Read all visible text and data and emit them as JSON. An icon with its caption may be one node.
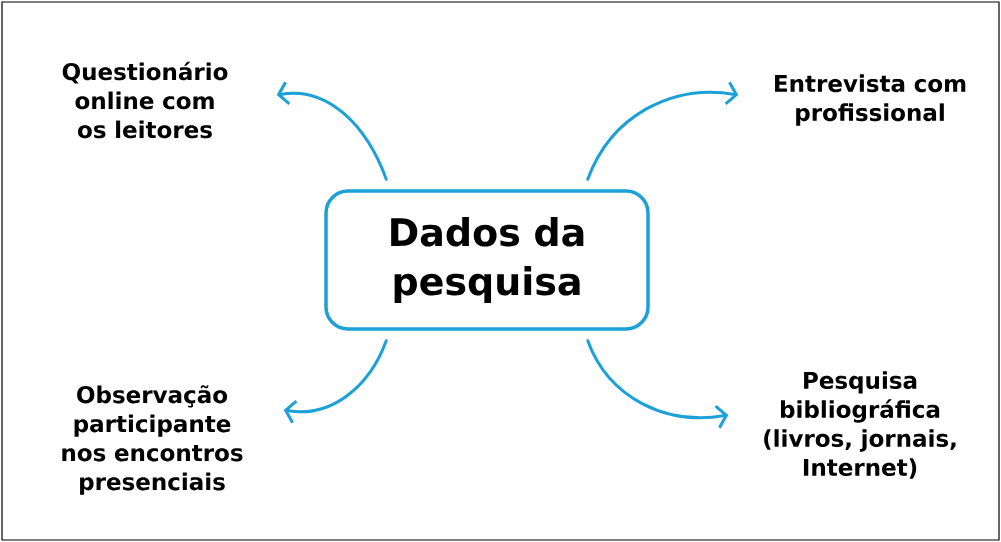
{
  "diagram": {
    "nodes": [
      {
        "text": [
          "Dados da pesquisa"
        ]
      },
      {
        "text": [
          "Questionário online com os leitores"
        ]
      },
      {
        "text": [
          "Entrevista com profissional"
        ]
      },
      {
        "text": [
          "Observação participante nos encontros presenciais"
        ]
      },
      {
        "text": [
          "Pesquisa bibliográfica (livros, jornais, Internet)"
        ]
      }
    ],
    "edges": [
      {
        "from": 0,
        "to": 1,
        "arrow": "to"
      },
      {
        "from": 0,
        "to": 2,
        "arrow": "to"
      },
      {
        "from": 0,
        "to": 3,
        "arrow": "to"
      },
      {
        "from": 0,
        "to": 4,
        "arrow": "to"
      }
    ]
  }
}
